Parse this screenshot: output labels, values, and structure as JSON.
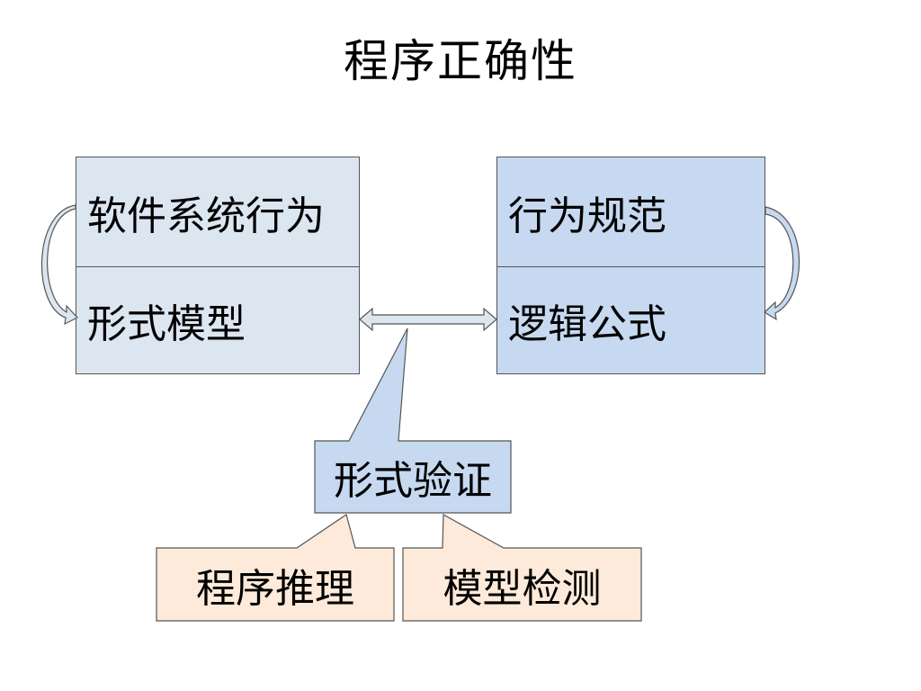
{
  "title": "程序正确性",
  "left_group": {
    "top_label": "软件系统行为",
    "bottom_label": "形式模型"
  },
  "right_group": {
    "top_label": "行为规范",
    "bottom_label": "逻辑公式"
  },
  "verification": {
    "label": "形式验证",
    "methods": [
      "程序推理",
      "模型检测"
    ]
  },
  "colors": {
    "left_fill": "#dce6f1",
    "right_fill": "#c6d9f0",
    "method_fill": "#fdeada",
    "callout_fill": "#c6d9f0",
    "border": "#555555"
  }
}
